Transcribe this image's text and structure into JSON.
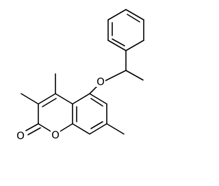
{
  "structure": {
    "atom_labels": {
      "ether_oxygen": "O",
      "ring_oxygen": "O",
      "carbonyl_oxygen": "O"
    }
  }
}
